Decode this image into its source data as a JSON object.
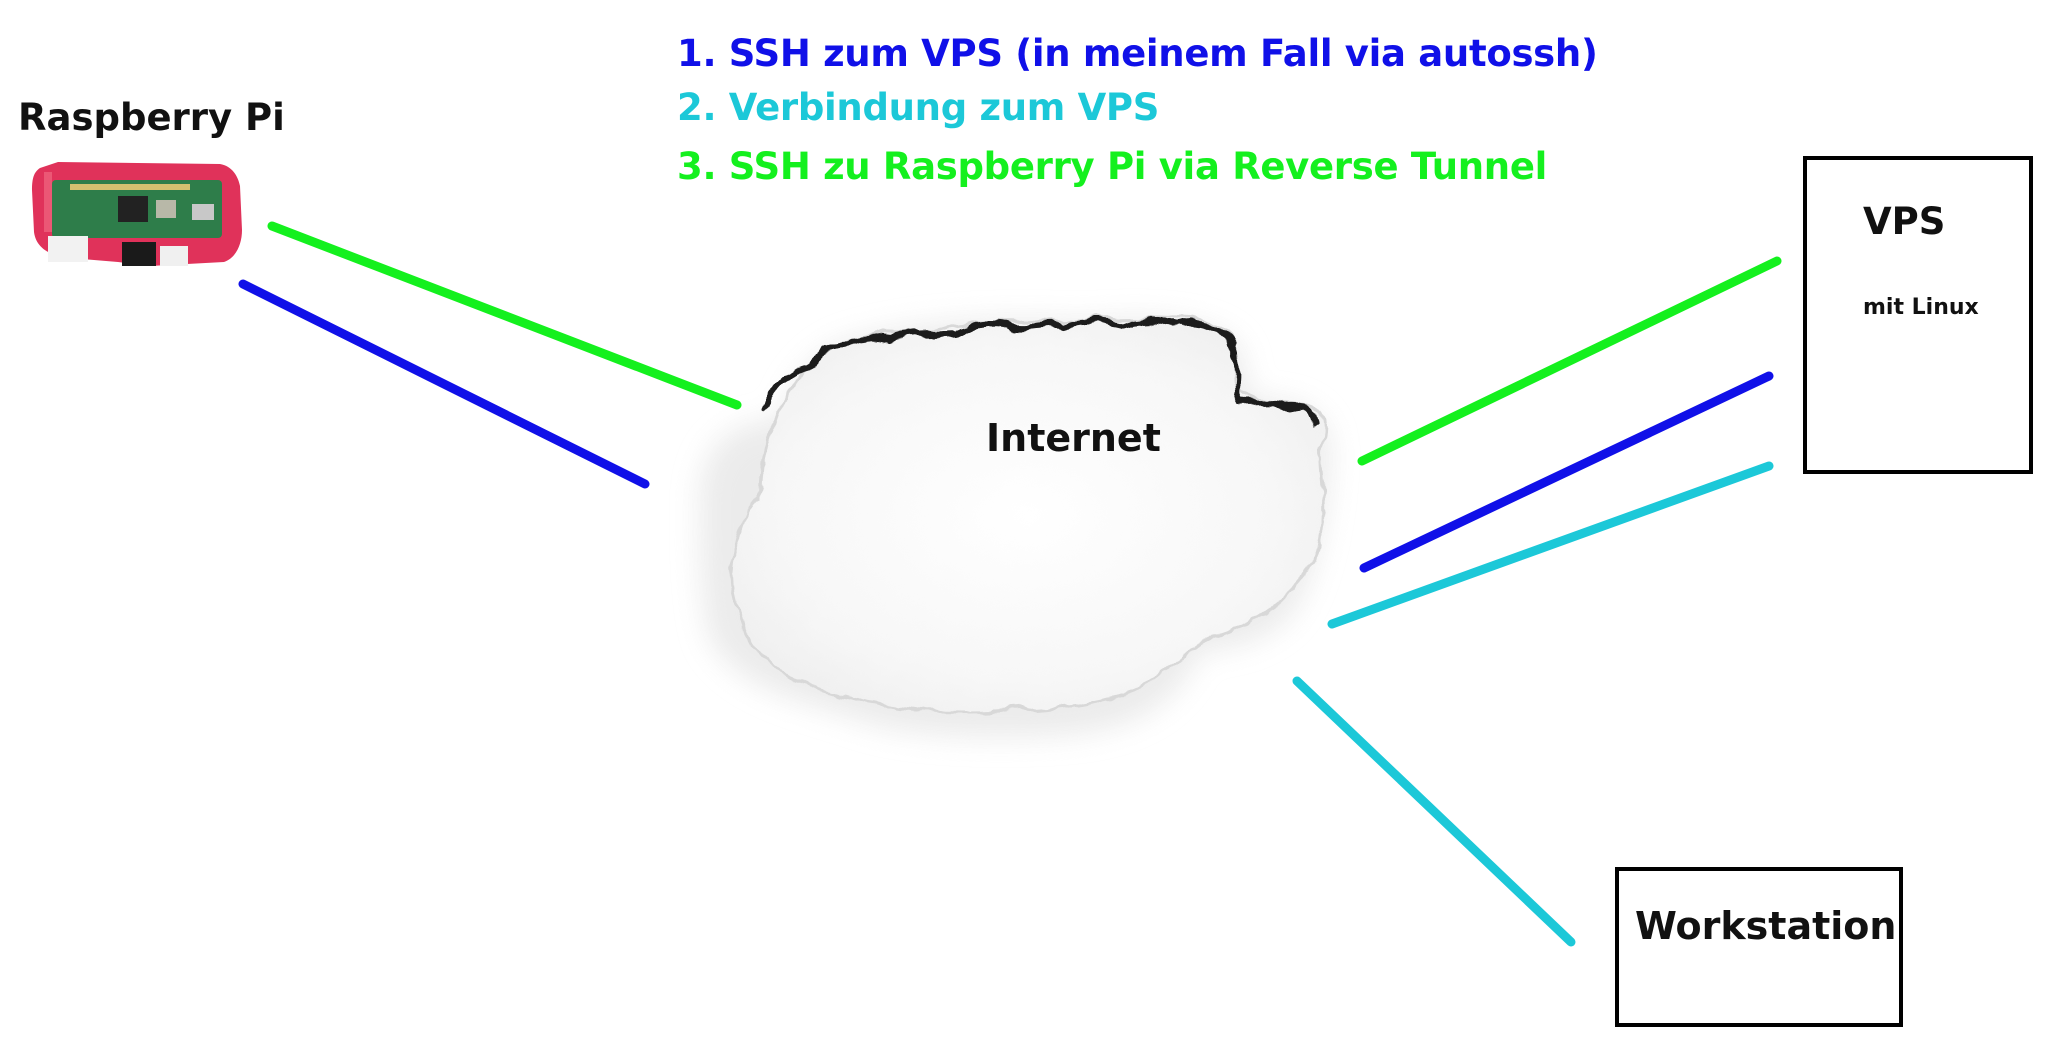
{
  "legend": [
    {
      "text": "1. SSH zum VPS (in meinem Fall via autossh)",
      "color": "#1010e8"
    },
    {
      "text": "2. Verbindung zum VPS",
      "color": "#1cc8d8"
    },
    {
      "text": "3. SSH zu Raspberry Pi via Reverse Tunnel",
      "color": "#14f01e"
    }
  ],
  "nodes": {
    "raspberry_pi": {
      "label": "Raspberry Pi"
    },
    "internet": {
      "label": "Internet"
    },
    "vps": {
      "title": "VPS",
      "subtitle": "mit Linux"
    },
    "workstation": {
      "label": "Workstation"
    }
  },
  "colors": {
    "ssh_autossh": "#1010e8",
    "connection_vps": "#1cc8d8",
    "reverse_tunnel": "#14f01e",
    "pi_case": "#e0325a",
    "pi_board": "#2e7d4a"
  },
  "icons": {
    "raspberry_pi": "raspberry-pi-photo",
    "internet": "cloud"
  }
}
